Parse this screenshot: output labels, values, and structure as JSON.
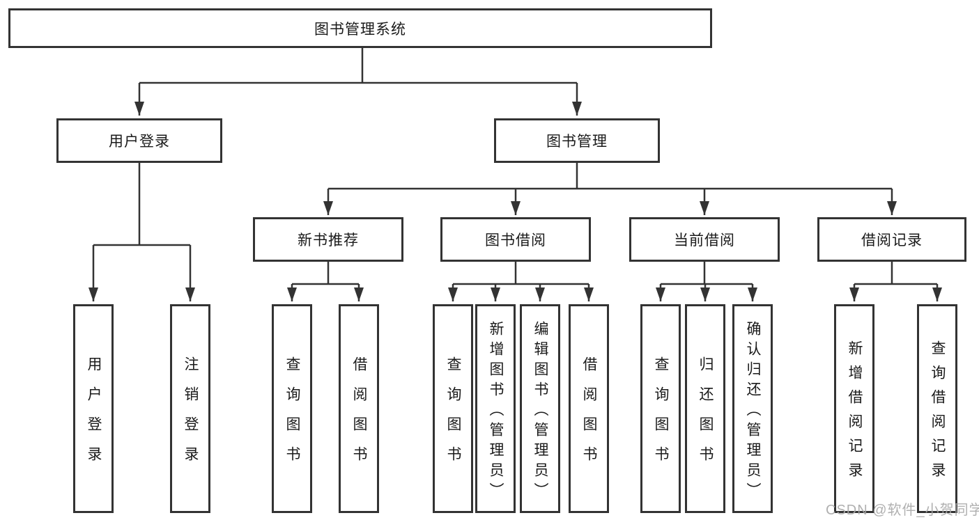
{
  "tree": {
    "label": "图书管理系统",
    "children": [
      {
        "label": "用户登录",
        "children": [
          {
            "label": "用户登录"
          },
          {
            "label": "注销登录"
          }
        ]
      },
      {
        "label": "图书管理",
        "children": [
          {
            "label": "新书推荐",
            "children": [
              {
                "label": "查询图书"
              },
              {
                "label": "借阅图书"
              }
            ]
          },
          {
            "label": "图书借阅",
            "children": [
              {
                "label": "查询图书"
              },
              {
                "label": "新增图书（管理员）"
              },
              {
                "label": "编辑图书（管理员）"
              },
              {
                "label": "借阅图书"
              }
            ]
          },
          {
            "label": "当前借阅",
            "children": [
              {
                "label": "查询图书"
              },
              {
                "label": "归还图书"
              },
              {
                "label": "确认归还（管理员）"
              }
            ]
          },
          {
            "label": "借阅记录",
            "children": [
              {
                "label": "新增借阅记录"
              },
              {
                "label": "查询借阅记录"
              }
            ]
          }
        ]
      }
    ]
  },
  "watermark": {
    "text": "CSDN @软件_小贺同学"
  },
  "colors": {
    "line": "#333333",
    "box_border": "#333333",
    "text": "#1a1a1a",
    "background": "#ffffff",
    "watermark": "#a8a8a8"
  }
}
